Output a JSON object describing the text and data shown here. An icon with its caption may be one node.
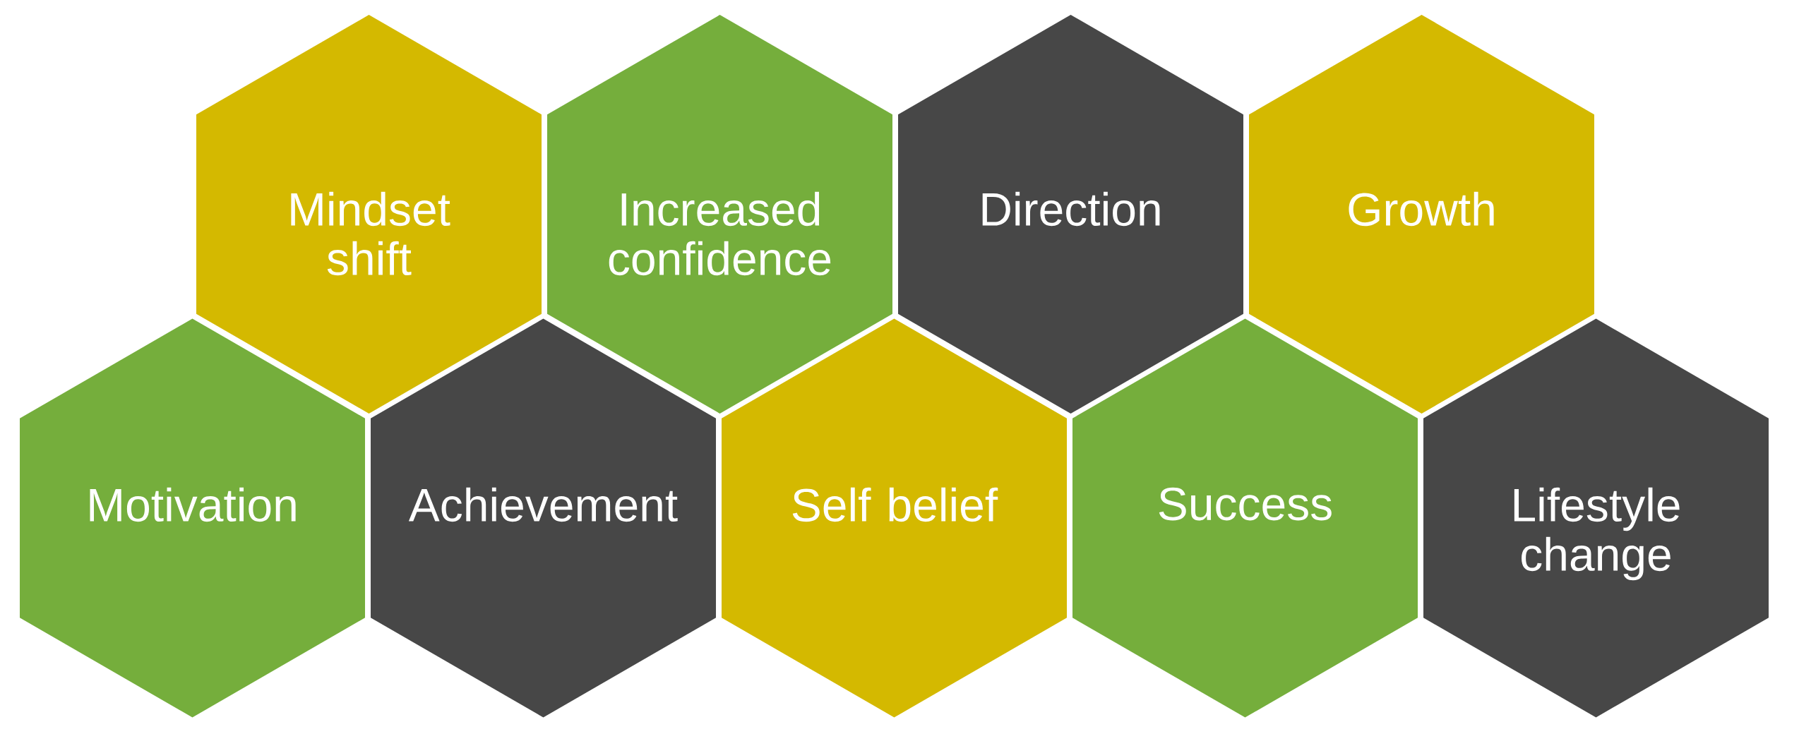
{
  "diagram": {
    "nodes": [
      {
        "text": [
          "Mindset shift"
        ]
      },
      {
        "text": [
          "Increased confidence"
        ]
      },
      {
        "text": [
          "Direction"
        ]
      },
      {
        "text": [
          "Growth"
        ]
      },
      {
        "text": [
          "Motivation"
        ]
      },
      {
        "text": [
          "Achievement"
        ]
      },
      {
        "text": [
          "Self belief"
        ]
      },
      {
        "text": [
          "Success"
        ]
      },
      {
        "text": [
          "Lifestyle change"
        ]
      }
    ]
  }
}
